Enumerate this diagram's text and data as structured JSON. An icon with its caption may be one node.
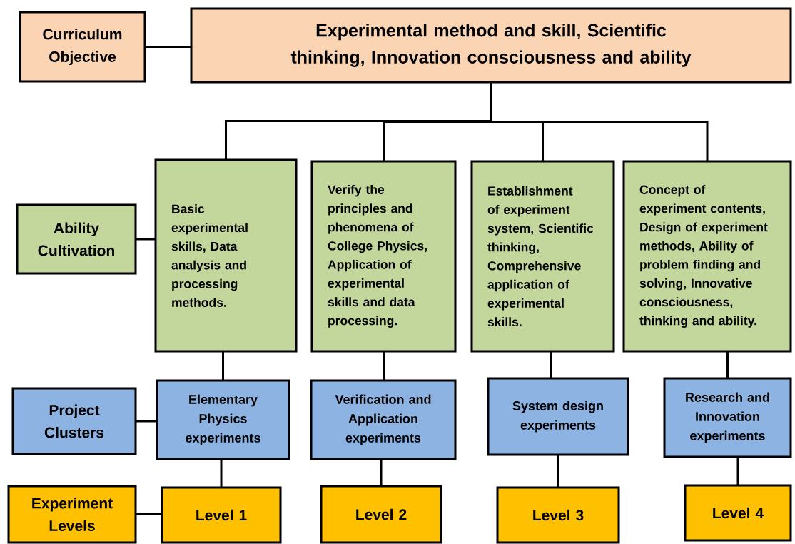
{
  "diagram": {
    "nodes": [
      {
        "text": [
          "Curriculum Objective"
        ]
      },
      {
        "text": [
          "Experimental method and skill, Scientific thinking, Innovation consciousness and ability"
        ]
      },
      {
        "text": [
          "Ability Cultivation"
        ]
      },
      {
        "text": [
          "Basic experimental skills, Data analysis and processing methods."
        ]
      },
      {
        "text": [
          "Verify the principles and phenomena of College Physics, Application of experimental skills and data processing."
        ]
      },
      {
        "text": [
          "Establishment of experiment system, Scientific thinking, Comprehensive application of experimental skills."
        ]
      },
      {
        "text": [
          "Concept of experiment contents, Design of experiment methods, Ability of problem finding and solving, Innovative consciousness, thinking and ability."
        ]
      },
      {
        "text": [
          "Project Clusters"
        ]
      },
      {
        "text": [
          "Elementary Physics experiments"
        ]
      },
      {
        "text": [
          "Verification and Application experiments"
        ]
      },
      {
        "text": [
          "System design experiments"
        ]
      },
      {
        "text": [
          "Research and Innovation experiments"
        ]
      },
      {
        "text": [
          "Experiment Levels"
        ]
      },
      {
        "text": [
          "Level 1"
        ]
      },
      {
        "text": [
          "Level 2"
        ]
      },
      {
        "text": [
          "Level 3"
        ]
      },
      {
        "text": [
          "Level 4"
        ]
      }
    ],
    "edges": [
      {
        "from": 0,
        "to": 1,
        "arrow": "none"
      },
      {
        "from": 1,
        "to": 3,
        "arrow": "none"
      },
      {
        "from": 1,
        "to": 4,
        "arrow": "none"
      },
      {
        "from": 1,
        "to": 5,
        "arrow": "none"
      },
      {
        "from": 1,
        "to": 6,
        "arrow": "none"
      },
      {
        "from": 2,
        "to": 3,
        "arrow": "none"
      },
      {
        "from": 3,
        "to": 8,
        "arrow": "none"
      },
      {
        "from": 4,
        "to": 9,
        "arrow": "none"
      },
      {
        "from": 5,
        "to": 10,
        "arrow": "none"
      },
      {
        "from": 6,
        "to": 11,
        "arrow": "none"
      },
      {
        "from": 7,
        "to": 8,
        "arrow": "none"
      },
      {
        "from": 8,
        "to": 13,
        "arrow": "none"
      },
      {
        "from": 9,
        "to": 14,
        "arrow": "none"
      },
      {
        "from": 10,
        "to": 15,
        "arrow": "none"
      },
      {
        "from": 11,
        "to": 16,
        "arrow": "none"
      },
      {
        "from": 12,
        "to": 13,
        "arrow": "none"
      }
    ]
  }
}
